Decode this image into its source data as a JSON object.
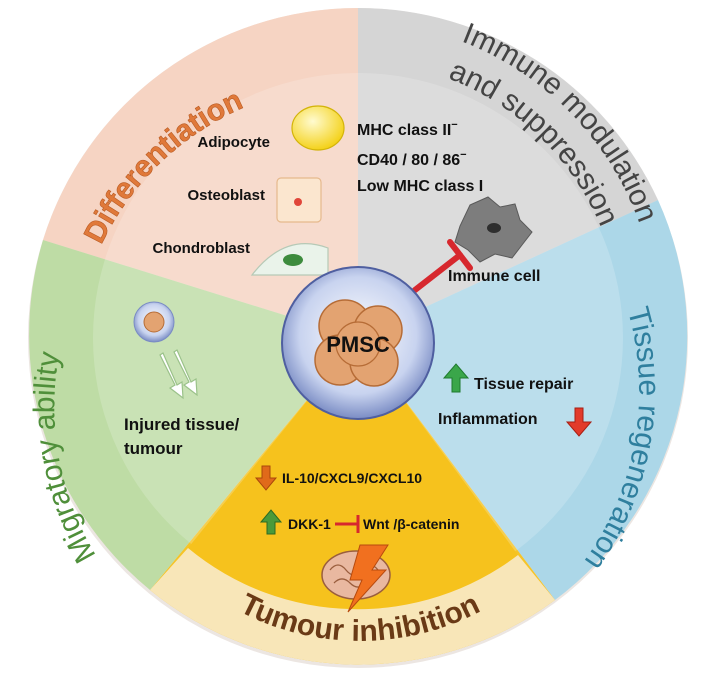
{
  "center": {
    "label": "PMSC"
  },
  "sectors": {
    "differentiation": {
      "title": "Differentiation",
      "cells": [
        "Adipocyte",
        "Osteoblast",
        "Chondroblast"
      ]
    },
    "immune": {
      "title_line1": "Immune modulation",
      "title_line2": "and suppression",
      "markers": [
        "MHC class II",
        "CD40 / 80 / 86",
        "Low MHC class I"
      ],
      "sup": "−",
      "target": "Immune cell"
    },
    "tissue": {
      "title": "Tissue regeneration",
      "up": "Tissue repair",
      "down": "Inflammation"
    },
    "tumour": {
      "title": "Tumour inhibition",
      "cytokines": "IL-10/CXCL9/CXCL10",
      "dkk": "DKK-1",
      "wnt": "Wnt /β-catenin"
    },
    "migratory": {
      "title": "Migratory ability",
      "target_line1": "Injured tissue/",
      "target_line2": "tumour"
    }
  },
  "colors": {
    "differentiation": "#f7d3c1",
    "immune": "#d4d4d4",
    "tissue": "#a9d6e8",
    "tumour": "#f6c21d",
    "migratory": "#bcdba1",
    "ring": "#ece6e2",
    "arrow_up": "#3aa64a",
    "arrow_down": "#e23a2a",
    "inhibit": "#d7282e"
  }
}
